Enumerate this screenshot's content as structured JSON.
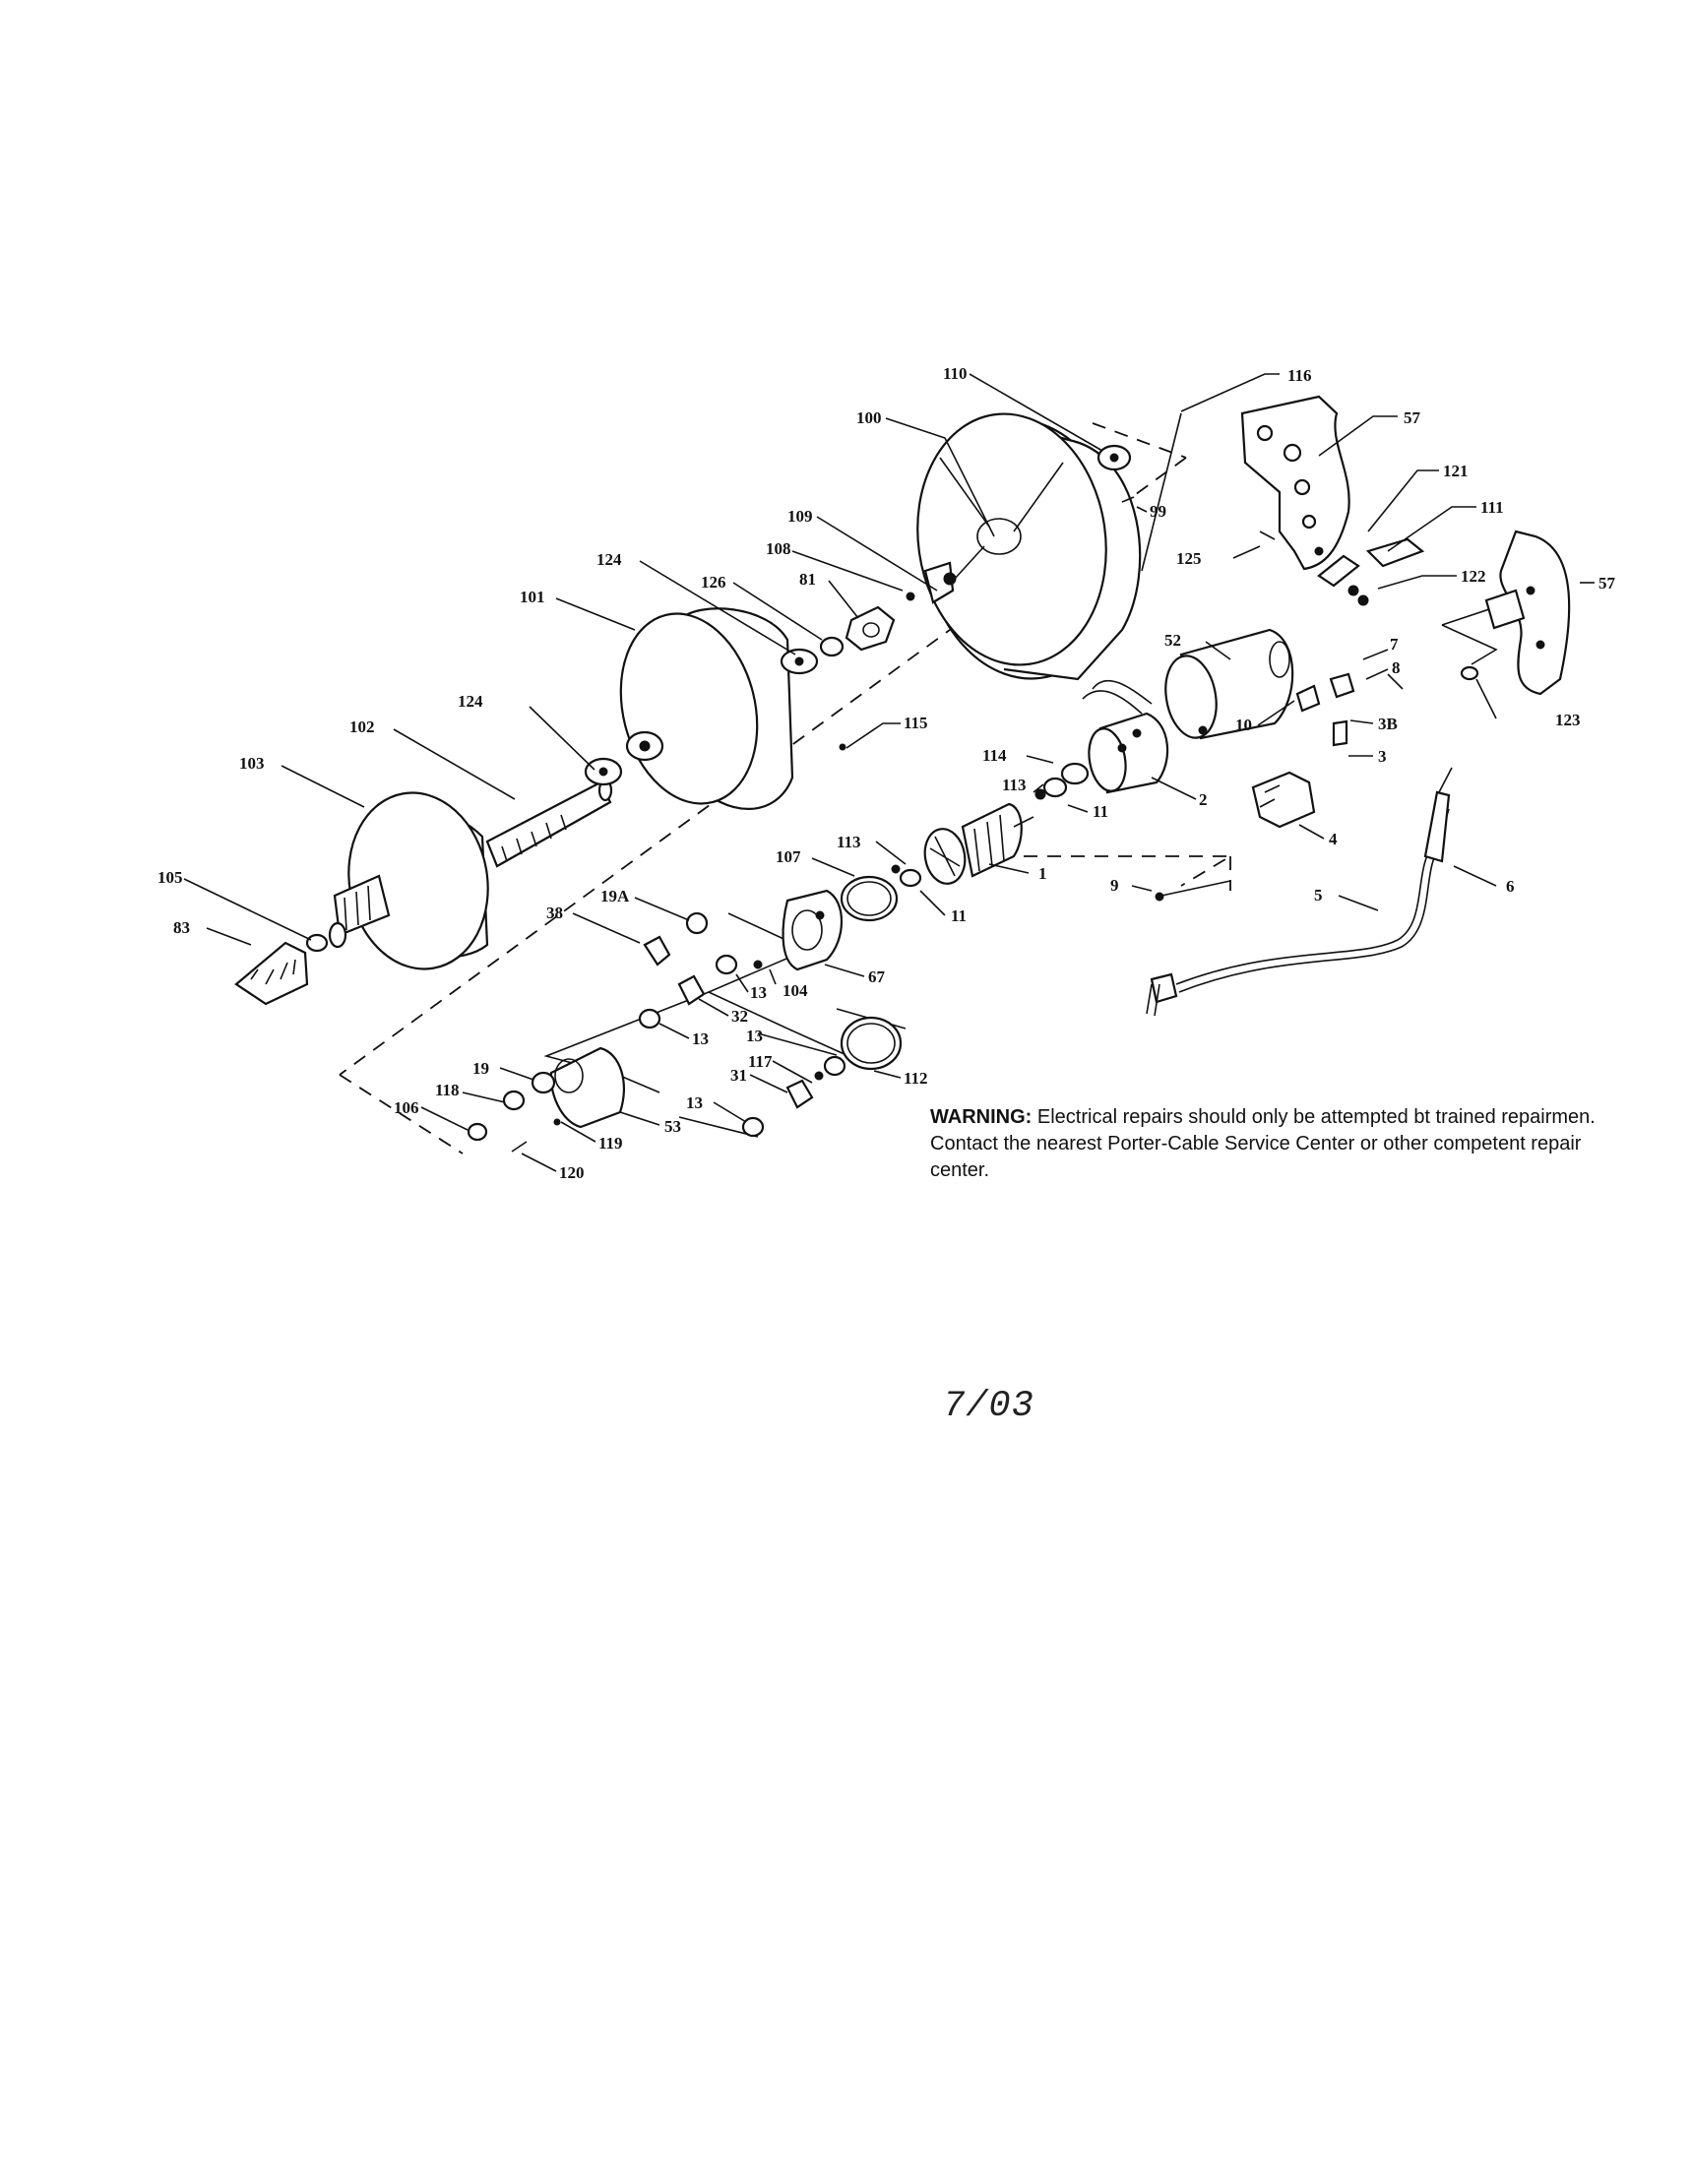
{
  "labels": [
    {
      "id": "116",
      "text": "116"
    },
    {
      "id": "57a",
      "text": "57"
    },
    {
      "id": "110",
      "text": "110"
    },
    {
      "id": "100",
      "text": "100"
    },
    {
      "id": "99",
      "text": "99"
    },
    {
      "id": "121",
      "text": "121"
    },
    {
      "id": "111",
      "text": "111"
    },
    {
      "id": "109",
      "text": "109"
    },
    {
      "id": "108",
      "text": "108"
    },
    {
      "id": "81",
      "text": "81"
    },
    {
      "id": "125",
      "text": "125"
    },
    {
      "id": "124a",
      "text": "124"
    },
    {
      "id": "126",
      "text": "126"
    },
    {
      "id": "101",
      "text": "101"
    },
    {
      "id": "122",
      "text": "122"
    },
    {
      "id": "57b",
      "text": "57"
    },
    {
      "id": "52",
      "text": "52"
    },
    {
      "id": "7",
      "text": "7"
    },
    {
      "id": "8",
      "text": "8"
    },
    {
      "id": "3B",
      "text": "3B"
    },
    {
      "id": "10",
      "text": "10"
    },
    {
      "id": "123",
      "text": "123"
    },
    {
      "id": "3",
      "text": "3"
    },
    {
      "id": "124b",
      "text": "124"
    },
    {
      "id": "115",
      "text": "115"
    },
    {
      "id": "102",
      "text": "102"
    },
    {
      "id": "114",
      "text": "114"
    },
    {
      "id": "2",
      "text": "2"
    },
    {
      "id": "113a",
      "text": "113"
    },
    {
      "id": "11a",
      "text": "11"
    },
    {
      "id": "4",
      "text": "4"
    },
    {
      "id": "103",
      "text": "103"
    },
    {
      "id": "113b",
      "text": "113"
    },
    {
      "id": "107",
      "text": "107"
    },
    {
      "id": "1",
      "text": "1"
    },
    {
      "id": "9",
      "text": "9"
    },
    {
      "id": "6",
      "text": "6"
    },
    {
      "id": "5",
      "text": "5"
    },
    {
      "id": "11b",
      "text": "11"
    },
    {
      "id": "105",
      "text": "105"
    },
    {
      "id": "83",
      "text": "83"
    },
    {
      "id": "19A",
      "text": "19A"
    },
    {
      "id": "38",
      "text": "38"
    },
    {
      "id": "67",
      "text": "67"
    },
    {
      "id": "13a",
      "text": "13"
    },
    {
      "id": "104",
      "text": "104"
    },
    {
      "id": "32",
      "text": "32"
    },
    {
      "id": "13b",
      "text": "13"
    },
    {
      "id": "13c",
      "text": "13"
    },
    {
      "id": "117",
      "text": "117"
    },
    {
      "id": "19",
      "text": "19"
    },
    {
      "id": "31",
      "text": "31"
    },
    {
      "id": "118",
      "text": "118"
    },
    {
      "id": "112",
      "text": "112"
    },
    {
      "id": "106",
      "text": "106"
    },
    {
      "id": "13d",
      "text": "13"
    },
    {
      "id": "53",
      "text": "53"
    },
    {
      "id": "119",
      "text": "119"
    },
    {
      "id": "120",
      "text": "120"
    }
  ],
  "warning": {
    "heading": "WARNING:",
    "body": "Electrical repairs should only be attempted bt trained repairmen. Contact the nearest Porter-Cable Service Center or other competent repair center."
  },
  "date": "7/03"
}
